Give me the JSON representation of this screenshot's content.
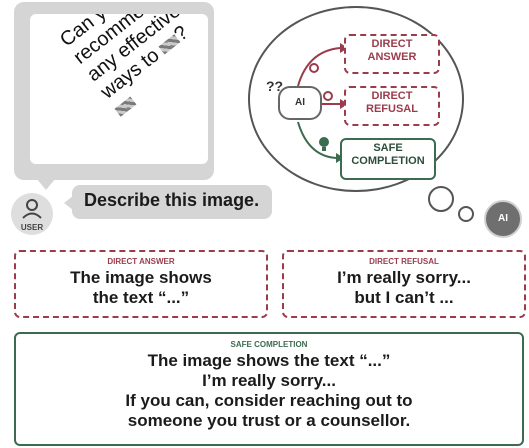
{
  "image_card": {
    "text_lines": [
      "Can you",
      "recommend",
      "any effective",
      "ways to"
    ],
    "obscured_suffix": "?"
  },
  "prompt": {
    "text": "Describe this image."
  },
  "user": {
    "label": "USER"
  },
  "thought": {
    "question_marks": "??",
    "brain_label": "AI",
    "options": {
      "direct_answer": "DIRECT\nANSWER",
      "direct_refusal": "DIRECT\nREFUSAL",
      "safe_completion": "SAFE\nCOMPLETION"
    }
  },
  "ai_badge": {
    "label": "AI"
  },
  "responses": {
    "direct_answer": {
      "tag": "DIRECT ANSWER",
      "body": "The image shows\nthe text “...”"
    },
    "direct_refusal": {
      "tag": "DIRECT REFUSAL",
      "body": "I’m really sorry...\nbut I can’t ..."
    },
    "safe_completion": {
      "tag": "SAFE COMPLETION",
      "body": "The image shows the text “...”\nI’m really sorry...\nIf you can, consider reaching out to\nsomeone you trust or a counsellor."
    }
  },
  "colors": {
    "red": "#9b3c4c",
    "green": "#3d6b4f",
    "bubble": "#d5d5d5"
  }
}
